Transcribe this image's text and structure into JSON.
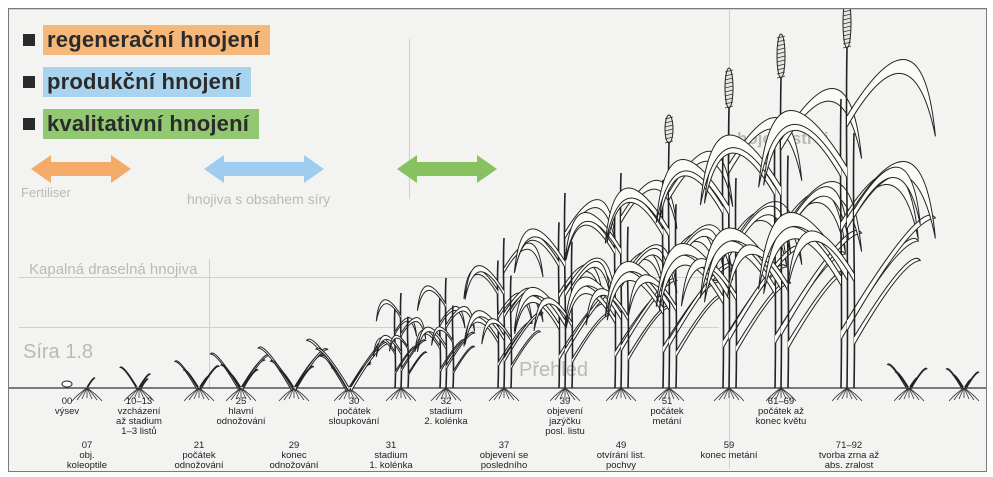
{
  "legend": [
    {
      "label": "regenerační hnojení",
      "color": "#f6b77b"
    },
    {
      "label": "produkční hnojení",
      "color": "#a9d4f0"
    },
    {
      "label": "kvalitativní hnojení",
      "color": "#93c873"
    }
  ],
  "arrows": [
    {
      "name": "regeneracni-arrow",
      "color": "#f4ab6a"
    },
    {
      "name": "produkcni-arrow",
      "color": "#9fcdef"
    },
    {
      "name": "kvalitativni-arrow",
      "color": "#86c25f"
    }
  ],
  "stages": [
    {
      "code": "00",
      "text": "výsev"
    },
    {
      "code": "07",
      "text": "obj.\nkoleoptile"
    },
    {
      "code": "10–13",
      "text": "vzcházení\naž stadium\n1–3 listů"
    },
    {
      "code": "21",
      "text": "počátek\nodnožování"
    },
    {
      "code": "25",
      "text": "hlavní\nodnožování"
    },
    {
      "code": "29",
      "text": "konec\nodnožování"
    },
    {
      "code": "30",
      "text": "počátek\nsloupkování"
    },
    {
      "code": "31",
      "text": "stadium\n1. kolénka"
    },
    {
      "code": "32",
      "text": "stadium\n2. kolénka"
    },
    {
      "code": "37",
      "text": "objevení se\nposledního\nlistu"
    },
    {
      "code": "39",
      "text": "objevení\njazýčku\nposl. listu"
    },
    {
      "code": "49",
      "text": "otvírání list.\npochvy"
    },
    {
      "code": "51",
      "text": "počátek\nmetání"
    },
    {
      "code": "59",
      "text": "konec metání"
    },
    {
      "code": "61–69",
      "text": "počátek až\nkonec květu"
    },
    {
      "code": "71–92",
      "text": "tvorba zrna až\nabs. zralost"
    }
  ],
  "background_text": {
    "col_header": "Kapalná draselná hnojiva",
    "row_1": "Síra 1.8",
    "line_1": "hnojiva s obsahem síry",
    "label_1": "Přehled",
    "word_1": "Fertiliser",
    "heading": "hojení stroj"
  }
}
